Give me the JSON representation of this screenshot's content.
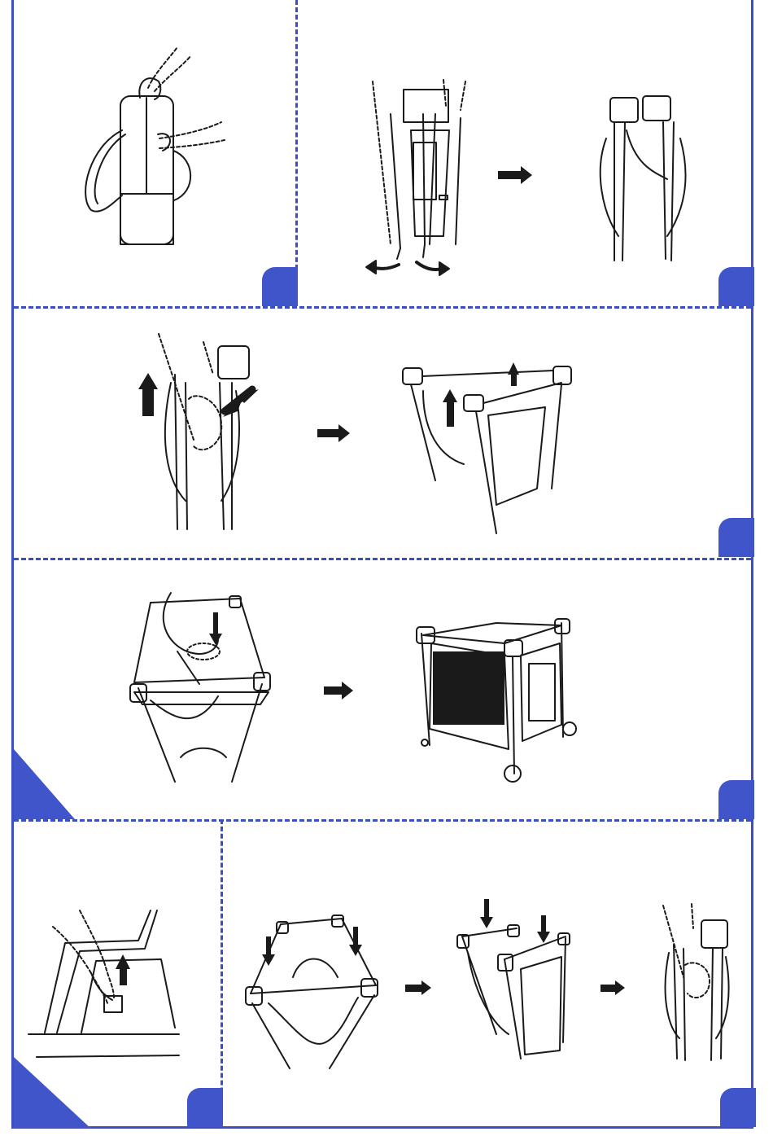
{
  "colors": {
    "accent": "#3f55c9",
    "line": "#1a1a1a"
  },
  "panels": [
    {
      "id": "carry-bag",
      "step_icon": "hand-lifting-bag-icon"
    },
    {
      "id": "unfold-frame",
      "step_icon": "unfold-frame-icon"
    },
    {
      "id": "lift-rails",
      "step_icon": "lift-rails-icon"
    },
    {
      "id": "press-floor",
      "step_icon": "press-floor-icon"
    },
    {
      "id": "release-button",
      "step_icon": "release-button-icon"
    },
    {
      "id": "fold-frame",
      "step_icon": "fold-frame-icon"
    }
  ]
}
